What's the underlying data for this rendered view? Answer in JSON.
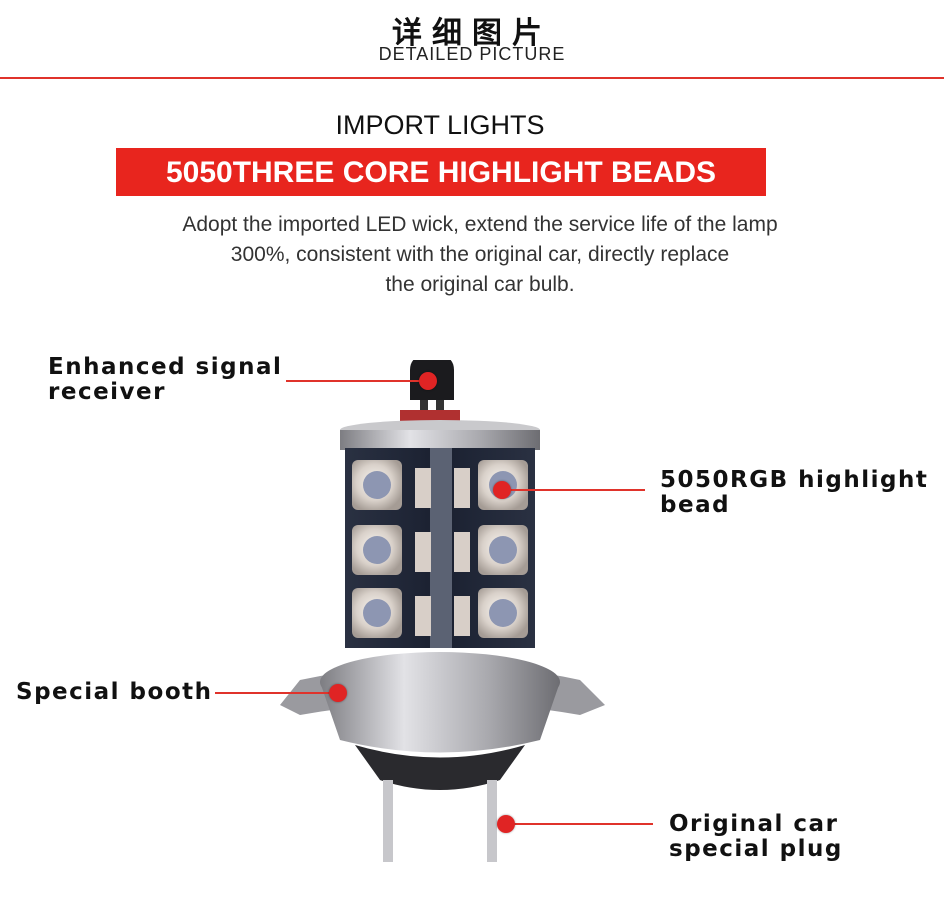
{
  "header": {
    "title_cn": "详细图片",
    "title_en": "DETAILED PICTURE"
  },
  "intro": {
    "heading": "IMPORT LIGHTS",
    "banner": "5050THREE CORE HIGHLIGHT BEADS",
    "description_lines": [
      "Adopt the imported LED wick, extend the service life of the lamp",
      "300%, consistent with the original car, directly replace",
      "the original car bulb."
    ]
  },
  "callouts": {
    "receiver": [
      "Enhanced signal",
      "receiver"
    ],
    "bead": [
      "5050RGB highlight",
      "bead"
    ],
    "booth": [
      "Special booth"
    ],
    "plug": [
      "Original car",
      "special plug"
    ]
  },
  "colors": {
    "accent_red": "#e8251e",
    "led_pcb": "#1c2230",
    "led_chip": "#f3ece4",
    "metal": "#b9b9bd"
  }
}
